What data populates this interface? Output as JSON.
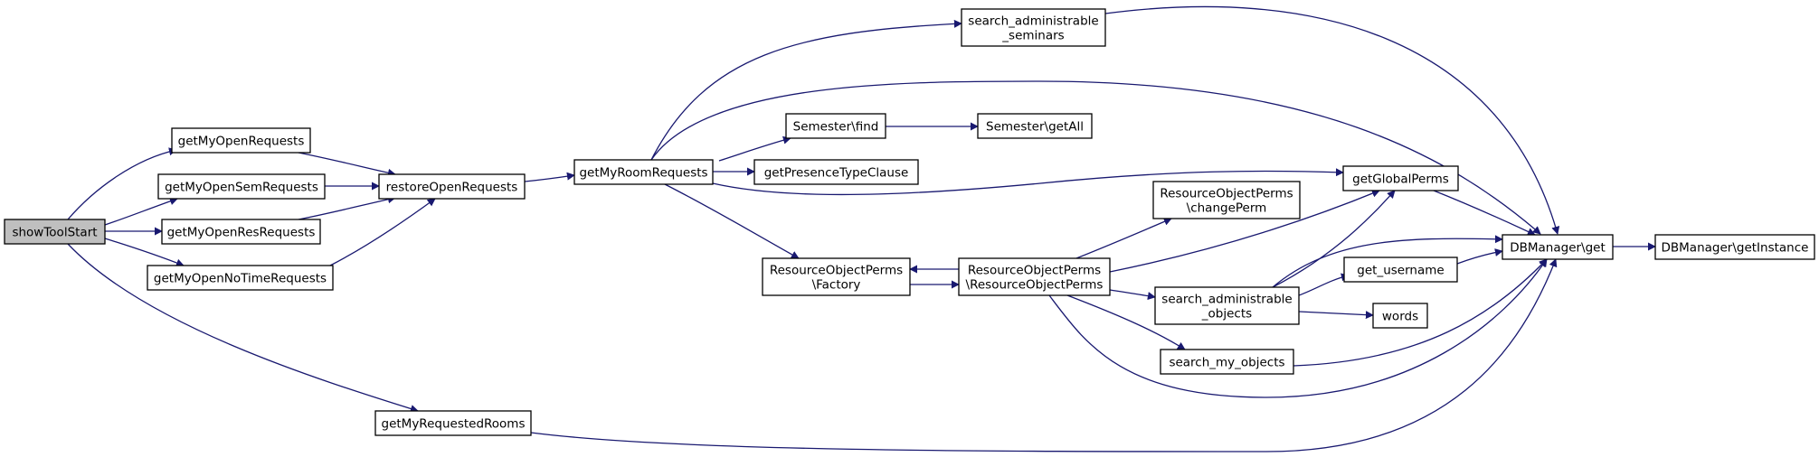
{
  "diagram": {
    "type": "call-graph",
    "edge_color": "#191970",
    "root_fill": "#bfbfbf",
    "nodes": {
      "showToolStart": [
        "showToolStart"
      ],
      "getMyOpenRequests": [
        "getMyOpenRequests"
      ],
      "getMyOpenSemRequests": [
        "getMyOpenSemRequests"
      ],
      "getMyOpenResRequests": [
        "getMyOpenResRequests"
      ],
      "getMyOpenNoTimeRequests": [
        "getMyOpenNoTimeRequests"
      ],
      "getMyRequestedRooms": [
        "getMyRequestedRooms"
      ],
      "restoreOpenRequests": [
        "restoreOpenRequests"
      ],
      "getMyRoomRequests": [
        "getMyRoomRequests"
      ],
      "search_administrable_seminars": [
        "search_administrable",
        "_seminars"
      ],
      "Semester_find": [
        "Semester\\find"
      ],
      "Semester_getAll": [
        "Semester\\getAll"
      ],
      "getPresenceTypeClause": [
        "getPresenceTypeClause"
      ],
      "ResourceObjectPerms_Factory": [
        "ResourceObjectPerms",
        "\\Factory"
      ],
      "ResourceObjectPerms_ResourceObjectPerms": [
        "ResourceObjectPerms",
        "\\ResourceObjectPerms"
      ],
      "ResourceObjectPerms_changePerm": [
        "ResourceObjectPerms",
        "\\changePerm"
      ],
      "getGlobalPerms": [
        "getGlobalPerms"
      ],
      "search_administrable_objects": [
        "search_administrable",
        "_objects"
      ],
      "search_my_objects": [
        "search_my_objects"
      ],
      "get_username": [
        "get_username"
      ],
      "words": [
        "words"
      ],
      "DBManager_get": [
        "DBManager\\get"
      ],
      "DBManager_getInstance": [
        "DBManager\\getInstance"
      ]
    },
    "edges": [
      [
        "showToolStart",
        "getMyOpenRequests"
      ],
      [
        "showToolStart",
        "getMyOpenSemRequests"
      ],
      [
        "showToolStart",
        "getMyOpenResRequests"
      ],
      [
        "showToolStart",
        "getMyOpenNoTimeRequests"
      ],
      [
        "showToolStart",
        "getMyRequestedRooms"
      ],
      [
        "getMyOpenRequests",
        "restoreOpenRequests"
      ],
      [
        "getMyOpenSemRequests",
        "restoreOpenRequests"
      ],
      [
        "getMyOpenResRequests",
        "restoreOpenRequests"
      ],
      [
        "getMyOpenNoTimeRequests",
        "restoreOpenRequests"
      ],
      [
        "restoreOpenRequests",
        "getMyRoomRequests"
      ],
      [
        "getMyRoomRequests",
        "search_administrable_seminars"
      ],
      [
        "getMyRoomRequests",
        "DBManager_get"
      ],
      [
        "getMyRoomRequests",
        "Semester_find"
      ],
      [
        "getMyRoomRequests",
        "getPresenceTypeClause"
      ],
      [
        "getMyRoomRequests",
        "getGlobalPerms"
      ],
      [
        "getMyRoomRequests",
        "ResourceObjectPerms_Factory"
      ],
      [
        "Semester_find",
        "Semester_getAll"
      ],
      [
        "search_administrable_seminars",
        "DBManager_get"
      ],
      [
        "ResourceObjectPerms_Factory",
        "ResourceObjectPerms_ResourceObjectPerms"
      ],
      [
        "ResourceObjectPerms_ResourceObjectPerms",
        "ResourceObjectPerms_Factory"
      ],
      [
        "ResourceObjectPerms_ResourceObjectPerms",
        "ResourceObjectPerms_changePerm"
      ],
      [
        "ResourceObjectPerms_ResourceObjectPerms",
        "getGlobalPerms"
      ],
      [
        "ResourceObjectPerms_ResourceObjectPerms",
        "search_administrable_objects"
      ],
      [
        "ResourceObjectPerms_ResourceObjectPerms",
        "search_my_objects"
      ],
      [
        "ResourceObjectPerms_ResourceObjectPerms",
        "DBManager_get"
      ],
      [
        "getGlobalPerms",
        "DBManager_get"
      ],
      [
        "search_administrable_objects",
        "getGlobalPerms"
      ],
      [
        "search_administrable_objects",
        "DBManager_get"
      ],
      [
        "search_administrable_objects",
        "get_username"
      ],
      [
        "search_administrable_objects",
        "words"
      ],
      [
        "search_my_objects",
        "DBManager_get"
      ],
      [
        "get_username",
        "DBManager_get"
      ],
      [
        "getMyRequestedRooms",
        "DBManager_get"
      ],
      [
        "DBManager_get",
        "DBManager_getInstance"
      ]
    ]
  }
}
